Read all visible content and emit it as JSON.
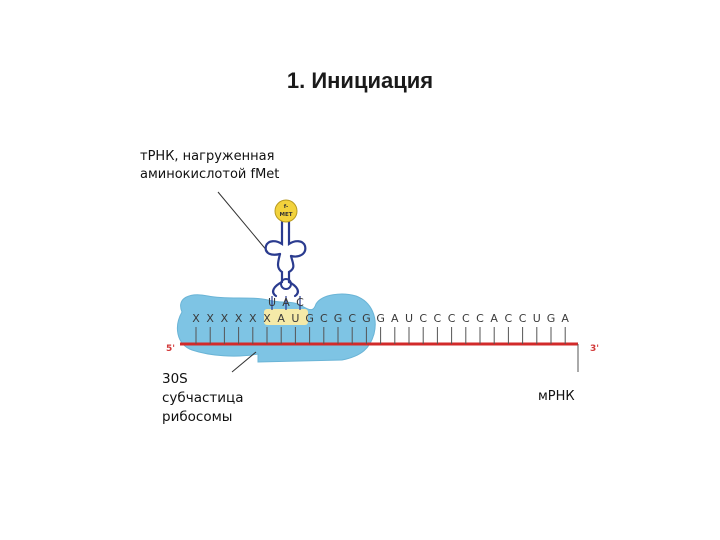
{
  "title": "1. Инициация",
  "labels": {
    "trna_line1": "тРНК, нагруженная",
    "trna_line2": "аминокислотой fMet",
    "subunit_line1": "30S",
    "subunit_line2": "субчастица",
    "subunit_line3": "рибосомы",
    "mrna": "мРНК"
  },
  "mrna": {
    "end5": "5'",
    "end3": "3'",
    "sequence": [
      "X",
      "X",
      "X",
      "X",
      "X",
      "X",
      "A",
      "U",
      "G",
      "C",
      "G",
      "C",
      "G",
      "G",
      "A",
      "U",
      "C",
      "C",
      "C",
      "C",
      "C",
      "A",
      "C",
      "C",
      "U",
      "G",
      "A"
    ],
    "start_codon": "AUG"
  },
  "trna": {
    "amino_acid_line1": "f-",
    "amino_acid_line2": "MET",
    "anticodon": [
      "U",
      "A",
      "C"
    ]
  },
  "colors": {
    "ribosome": "#7ec4e4",
    "mrna_strand": "#d22a2a",
    "trna": "#2a3b8f",
    "amino_acid": "#f2d23c",
    "start_codon_highlight": "#f5eaa8"
  }
}
